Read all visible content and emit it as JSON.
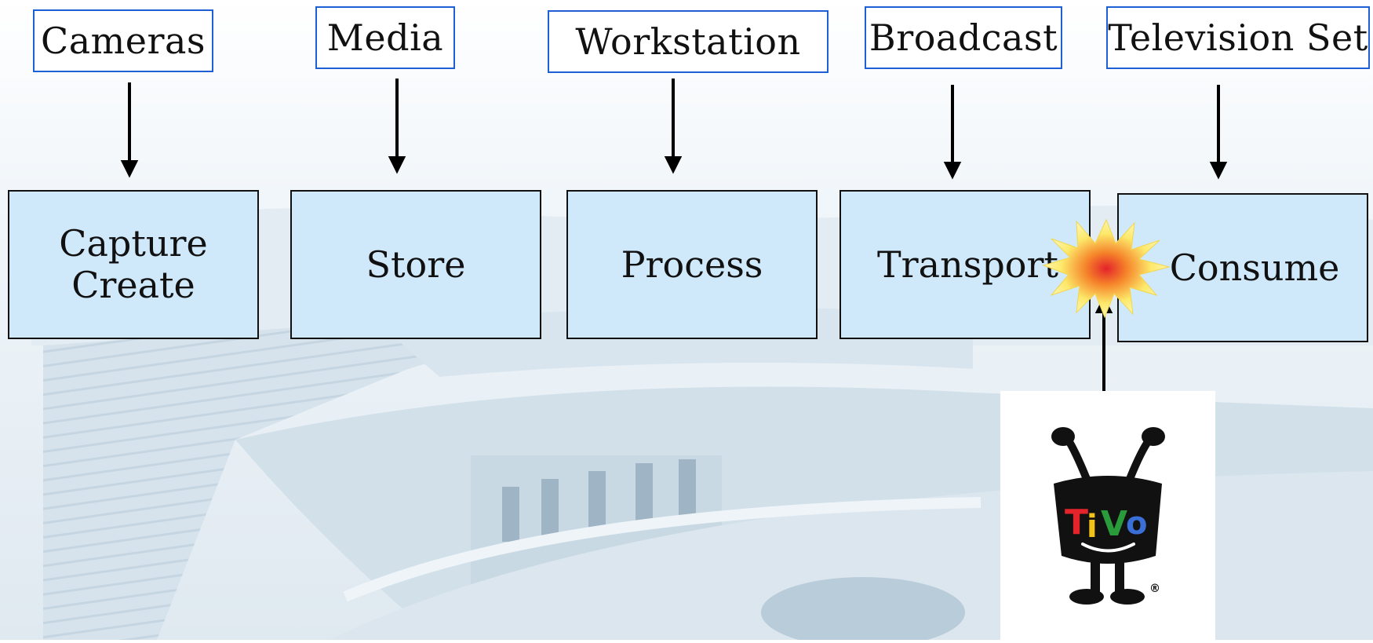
{
  "labels": [
    {
      "id": "cameras",
      "text": "Cameras"
    },
    {
      "id": "media",
      "text": "Media"
    },
    {
      "id": "workstation",
      "text": "Workstation"
    },
    {
      "id": "broadcast",
      "text": "Broadcast"
    },
    {
      "id": "television",
      "text": "Television Set"
    }
  ],
  "stages": [
    {
      "id": "capture",
      "lines": [
        "Capture",
        "Create"
      ]
    },
    {
      "id": "store",
      "lines": [
        "Store"
      ]
    },
    {
      "id": "process",
      "lines": [
        "Process"
      ]
    },
    {
      "id": "transport",
      "lines": [
        "Transport"
      ]
    },
    {
      "id": "consume",
      "lines": [
        "Consume"
      ]
    }
  ],
  "logo": {
    "name": "tivo-logo-icon",
    "text": "TiVo",
    "registered_mark": "®"
  },
  "colors": {
    "label_border": "#1f5fd6",
    "stage_fill": "#cfe9fb",
    "stage_border": "#111111",
    "burst_outer": "#fff27a",
    "burst_inner": "#e4232b"
  }
}
